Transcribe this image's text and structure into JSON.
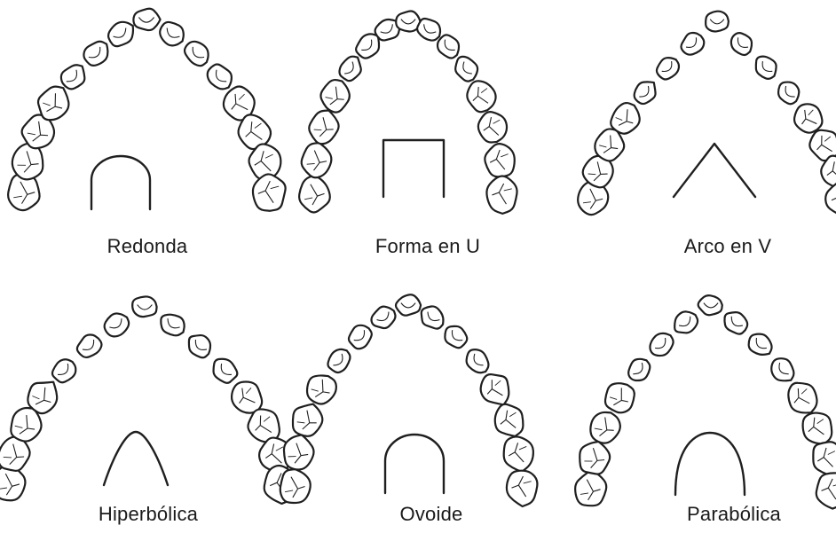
{
  "figure": {
    "panels": [
      {
        "id": "redonda",
        "label": "Redonda",
        "shape": "round"
      },
      {
        "id": "forma-u",
        "label": "Forma en U",
        "shape": "u"
      },
      {
        "id": "arco-v",
        "label": "Arco en V",
        "shape": "v"
      },
      {
        "id": "hiperbolica",
        "label": "Hiperbólica",
        "shape": "hyperbolic"
      },
      {
        "id": "ovoide",
        "label": "Ovoide",
        "shape": "ovoid"
      },
      {
        "id": "parabolica",
        "label": "Parabólica",
        "shape": "parabolic"
      }
    ],
    "colors": {
      "ink": "#1f1f1f",
      "background": "#ffffff"
    }
  }
}
